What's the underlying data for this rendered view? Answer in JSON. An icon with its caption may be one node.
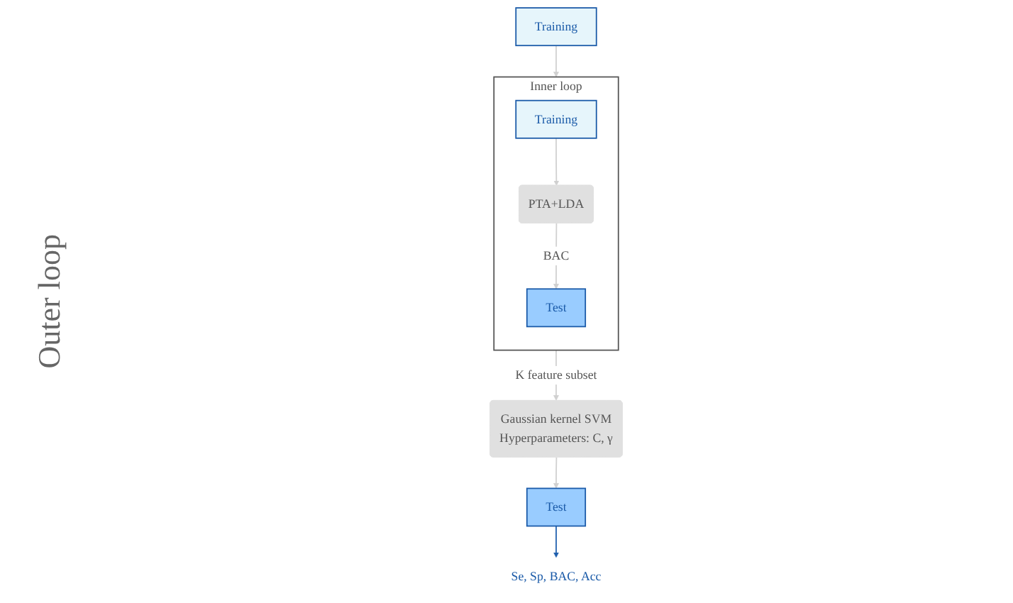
{
  "diagram": {
    "nodes": [
      {
        "text": [
          "Training"
        ]
      },
      {
        "text": [
          "Test"
        ]
      },
      {
        "text": [
          "Se, Sp, BAC, Acc"
        ]
      },
      {
        "text": [
          "Inner loop"
        ]
      },
      {
        "text": [
          "Training"
        ],
        "in": 3
      },
      {
        "text": [
          "Test"
        ],
        "in": 3
      },
      {
        "text": [
          "PTA+LDA"
        ],
        "in": 3
      },
      {
        "text": [
          "Gaussian kernel SVM",
          "Hyperparameters: C, γ"
        ]
      }
    ],
    "edges": [
      {
        "from": 0,
        "to": 3,
        "arrow": "to"
      },
      {
        "from": 1,
        "to": 2,
        "arrow": "to",
        "color": "#1f5fae"
      },
      {
        "from": 4,
        "to": 6,
        "arrow": "to"
      },
      {
        "from": 6,
        "to": 5,
        "arrow": "to",
        "label": "BAC"
      },
      {
        "from": 3,
        "to": 7,
        "arrow": "to",
        "label": "K feature subset"
      },
      {
        "from": 7,
        "to": 1,
        "arrow": "to"
      }
    ],
    "labels": [
      "Outer loop"
    ]
  }
}
